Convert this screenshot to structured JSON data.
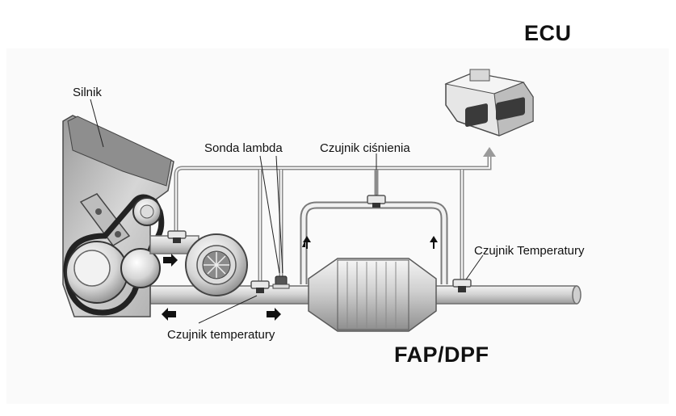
{
  "labels": {
    "ecu": "ECU",
    "engine": "Silnik",
    "lambda": "Sonda lambda",
    "pressure": "Czujnik ciśnienia",
    "temp_rear": "Czujnik Temperatury",
    "temp_front": "Czujnik temperatury",
    "filter": "FAP/DPF"
  },
  "colors": {
    "pipe": "#d9d9d9",
    "pipe_edge": "#6e6e6e",
    "dark": "#3a3a3a",
    "background": "#ffffff"
  },
  "icons": {
    "flow_arrow": "black-arrow",
    "signal_arrow": "grey-arrow-up"
  }
}
